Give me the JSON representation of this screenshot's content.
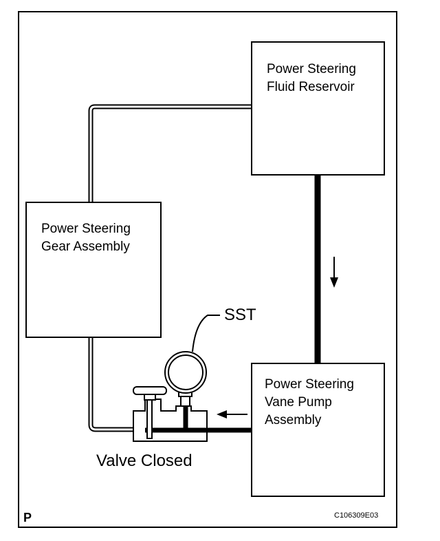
{
  "components": {
    "reservoir": "Power Steering\nFluid Reservoir",
    "gear_assembly": "Power Steering\nGear Assembly",
    "vane_pump": "Power Steering\nVane Pump\nAssembly"
  },
  "tool": {
    "label": "SST"
  },
  "valve": {
    "state_label": "Valve Closed"
  },
  "footer": {
    "corner_letter": "P",
    "figure_code": "C106309E03"
  }
}
